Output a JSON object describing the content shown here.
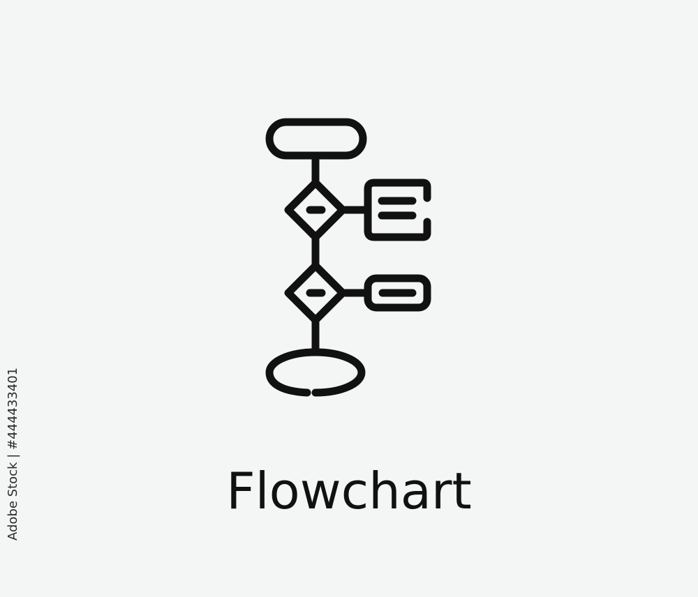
{
  "icon": {
    "name": "flowchart-icon",
    "stroke_color": "#111111"
  },
  "caption": {
    "text": "Flowchart"
  },
  "side_label": {
    "text": "Adobe Stock | #444433401"
  },
  "watermark": {
    "text": "Adobe Stock"
  },
  "colors": {
    "background": "#f4f5f5",
    "ink": "#111111"
  }
}
